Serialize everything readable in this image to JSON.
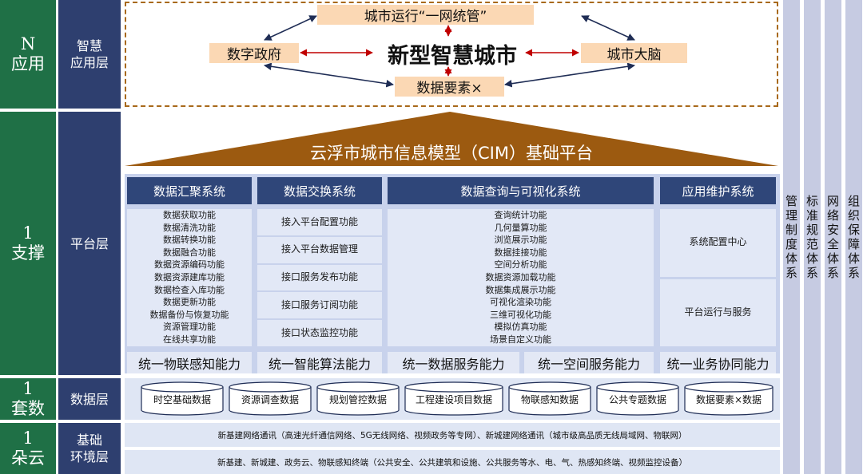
{
  "tiers": [
    {
      "lines": [
        "N",
        "应用"
      ]
    },
    {
      "lines": [
        "1",
        "支撑"
      ]
    },
    {
      "lines": [
        "1",
        "套数"
      ]
    },
    {
      "lines": [
        "1",
        "朵云"
      ]
    }
  ],
  "layers": [
    {
      "lines": [
        "智慧",
        "应用层"
      ]
    },
    {
      "lines": [
        "平台层"
      ]
    },
    {
      "lines": [
        "数据层"
      ]
    },
    {
      "lines": [
        "基础",
        "环境层"
      ]
    }
  ],
  "application": {
    "center_title": "新型智慧城市",
    "top": "城市运行“一网统管”",
    "left": "数字政府",
    "right": "城市大脑",
    "bottom": "数据要素×"
  },
  "platform": {
    "title": "云浮市城市信息模型（CIM）基础平台",
    "systems": [
      {
        "name": "数据汇聚系统",
        "items": [
          "数据获取功能",
          "数据清洗功能",
          "数据转换功能",
          "数据融合功能",
          "数据资源编码功能",
          "数据资源建库功能",
          "数据检查入库功能",
          "数据更新功能",
          "数据备份与恢复功能",
          "资源管理功能",
          "在线共享功能"
        ]
      },
      {
        "name": "数据交换系统",
        "items": [
          "接入平台配置功能",
          "接入平台数据管理",
          "接口服务发布功能",
          "接口服务订阅功能",
          "接口状态监控功能"
        ]
      },
      {
        "name": "数据查询与可视化系统",
        "items": [
          "查询统计功能",
          "几何量算功能",
          "浏览展示功能",
          "数据挂接功能",
          "空间分析功能",
          "数据资源加载功能",
          "数据集成展示功能",
          "可视化渲染功能",
          "三维可视化功能",
          "模拟仿真功能",
          "场景自定义功能"
        ]
      },
      {
        "name": "应用维护系统",
        "items": [
          "系统配置中心",
          "平台运行与服务"
        ]
      }
    ],
    "capabilities": [
      "统一物联感知能力",
      "统一智能算法能力",
      "统一数据服务能力",
      "统一空间服务能力",
      "统一业务协同能力"
    ]
  },
  "data_layer": {
    "items": [
      "时空基础数据",
      "资源调查数据",
      "规划管控数据",
      "工程建设项目数据",
      "物联感知数据",
      "公共专题数据",
      "数据要素×数据"
    ]
  },
  "infrastructure": {
    "row1": "新基建网络通讯（高速光纤通信网络、5G无线网络、视频政务等专网）、新城建网络通讯（城市级高品质无线局域网、物联网）",
    "row2": "新基建、新城建、政务云、物联感知终端（公共安全、公共建筑和设施、公共服务等水、电、气、热感知终端、视频监控设备）"
  },
  "side_systems": [
    {
      "chars": [
        "管",
        "理",
        "制",
        "度",
        "体",
        "系"
      ]
    },
    {
      "chars": [
        "标",
        "准",
        "规",
        "范",
        "体",
        "系"
      ]
    },
    {
      "chars": [
        "网",
        "络",
        "安",
        "全",
        "体",
        "系"
      ]
    },
    {
      "chars": [
        "组",
        "织",
        "保",
        "障",
        "体",
        "系"
      ]
    }
  ],
  "colors": {
    "tier_green": "#1f7046",
    "layer_navy": "#2e3f6f",
    "system_header": "#2f4679",
    "roof_brown": "#9c5a10",
    "app_orange": "#fbd8b4",
    "arrow_red": "#c00000",
    "arrow_navy": "#1f2d55",
    "dashed_border": "#a8691a"
  }
}
